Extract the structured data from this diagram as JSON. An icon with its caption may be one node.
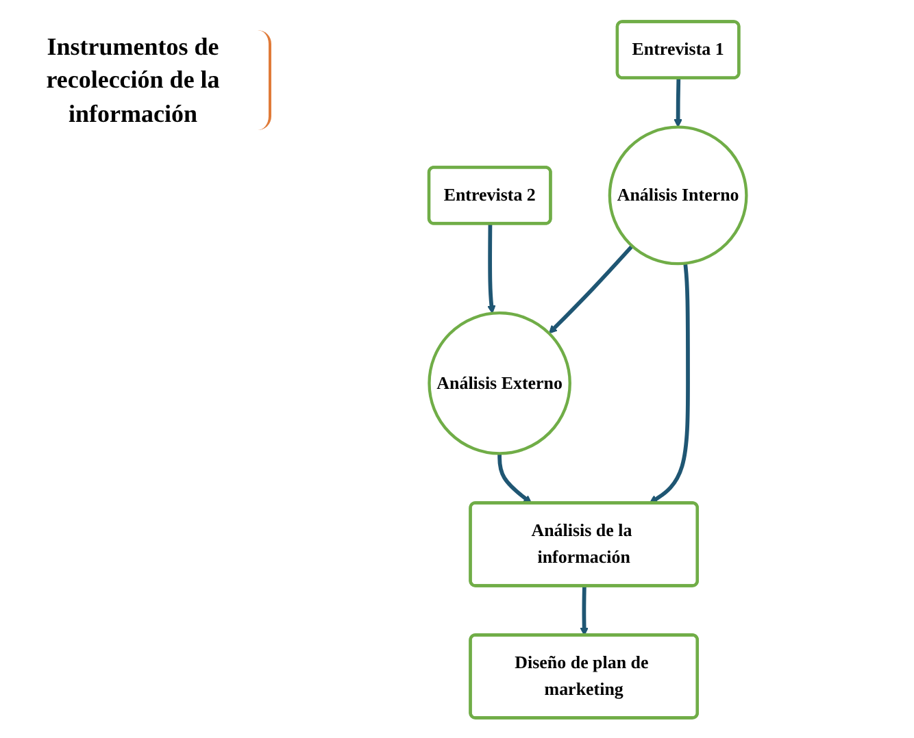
{
  "diagram": {
    "nodes": [
      {
        "text": [
          "Entrevista 1"
        ]
      },
      {
        "text": [
          "Entrevista 2"
        ]
      },
      {
        "text": [
          "Análisis Interno"
        ]
      },
      {
        "text": [
          "Análisis Externo"
        ]
      },
      {
        "text": [
          "Análisis de la información"
        ]
      },
      {
        "text": [
          "Diseño de plan de marketing"
        ]
      }
    ],
    "edges": [
      {
        "from": 0,
        "to": 2,
        "arrow": "to"
      },
      {
        "from": 1,
        "to": 3,
        "arrow": "to"
      },
      {
        "from": 2,
        "to": 3,
        "arrow": "to"
      },
      {
        "from": 2,
        "to": 4,
        "arrow": "to"
      },
      {
        "from": 3,
        "to": 4,
        "arrow": "to"
      },
      {
        "from": 4,
        "to": 5,
        "arrow": "to"
      }
    ],
    "labels": [
      "Instrumentos de recolección de la información"
    ]
  }
}
